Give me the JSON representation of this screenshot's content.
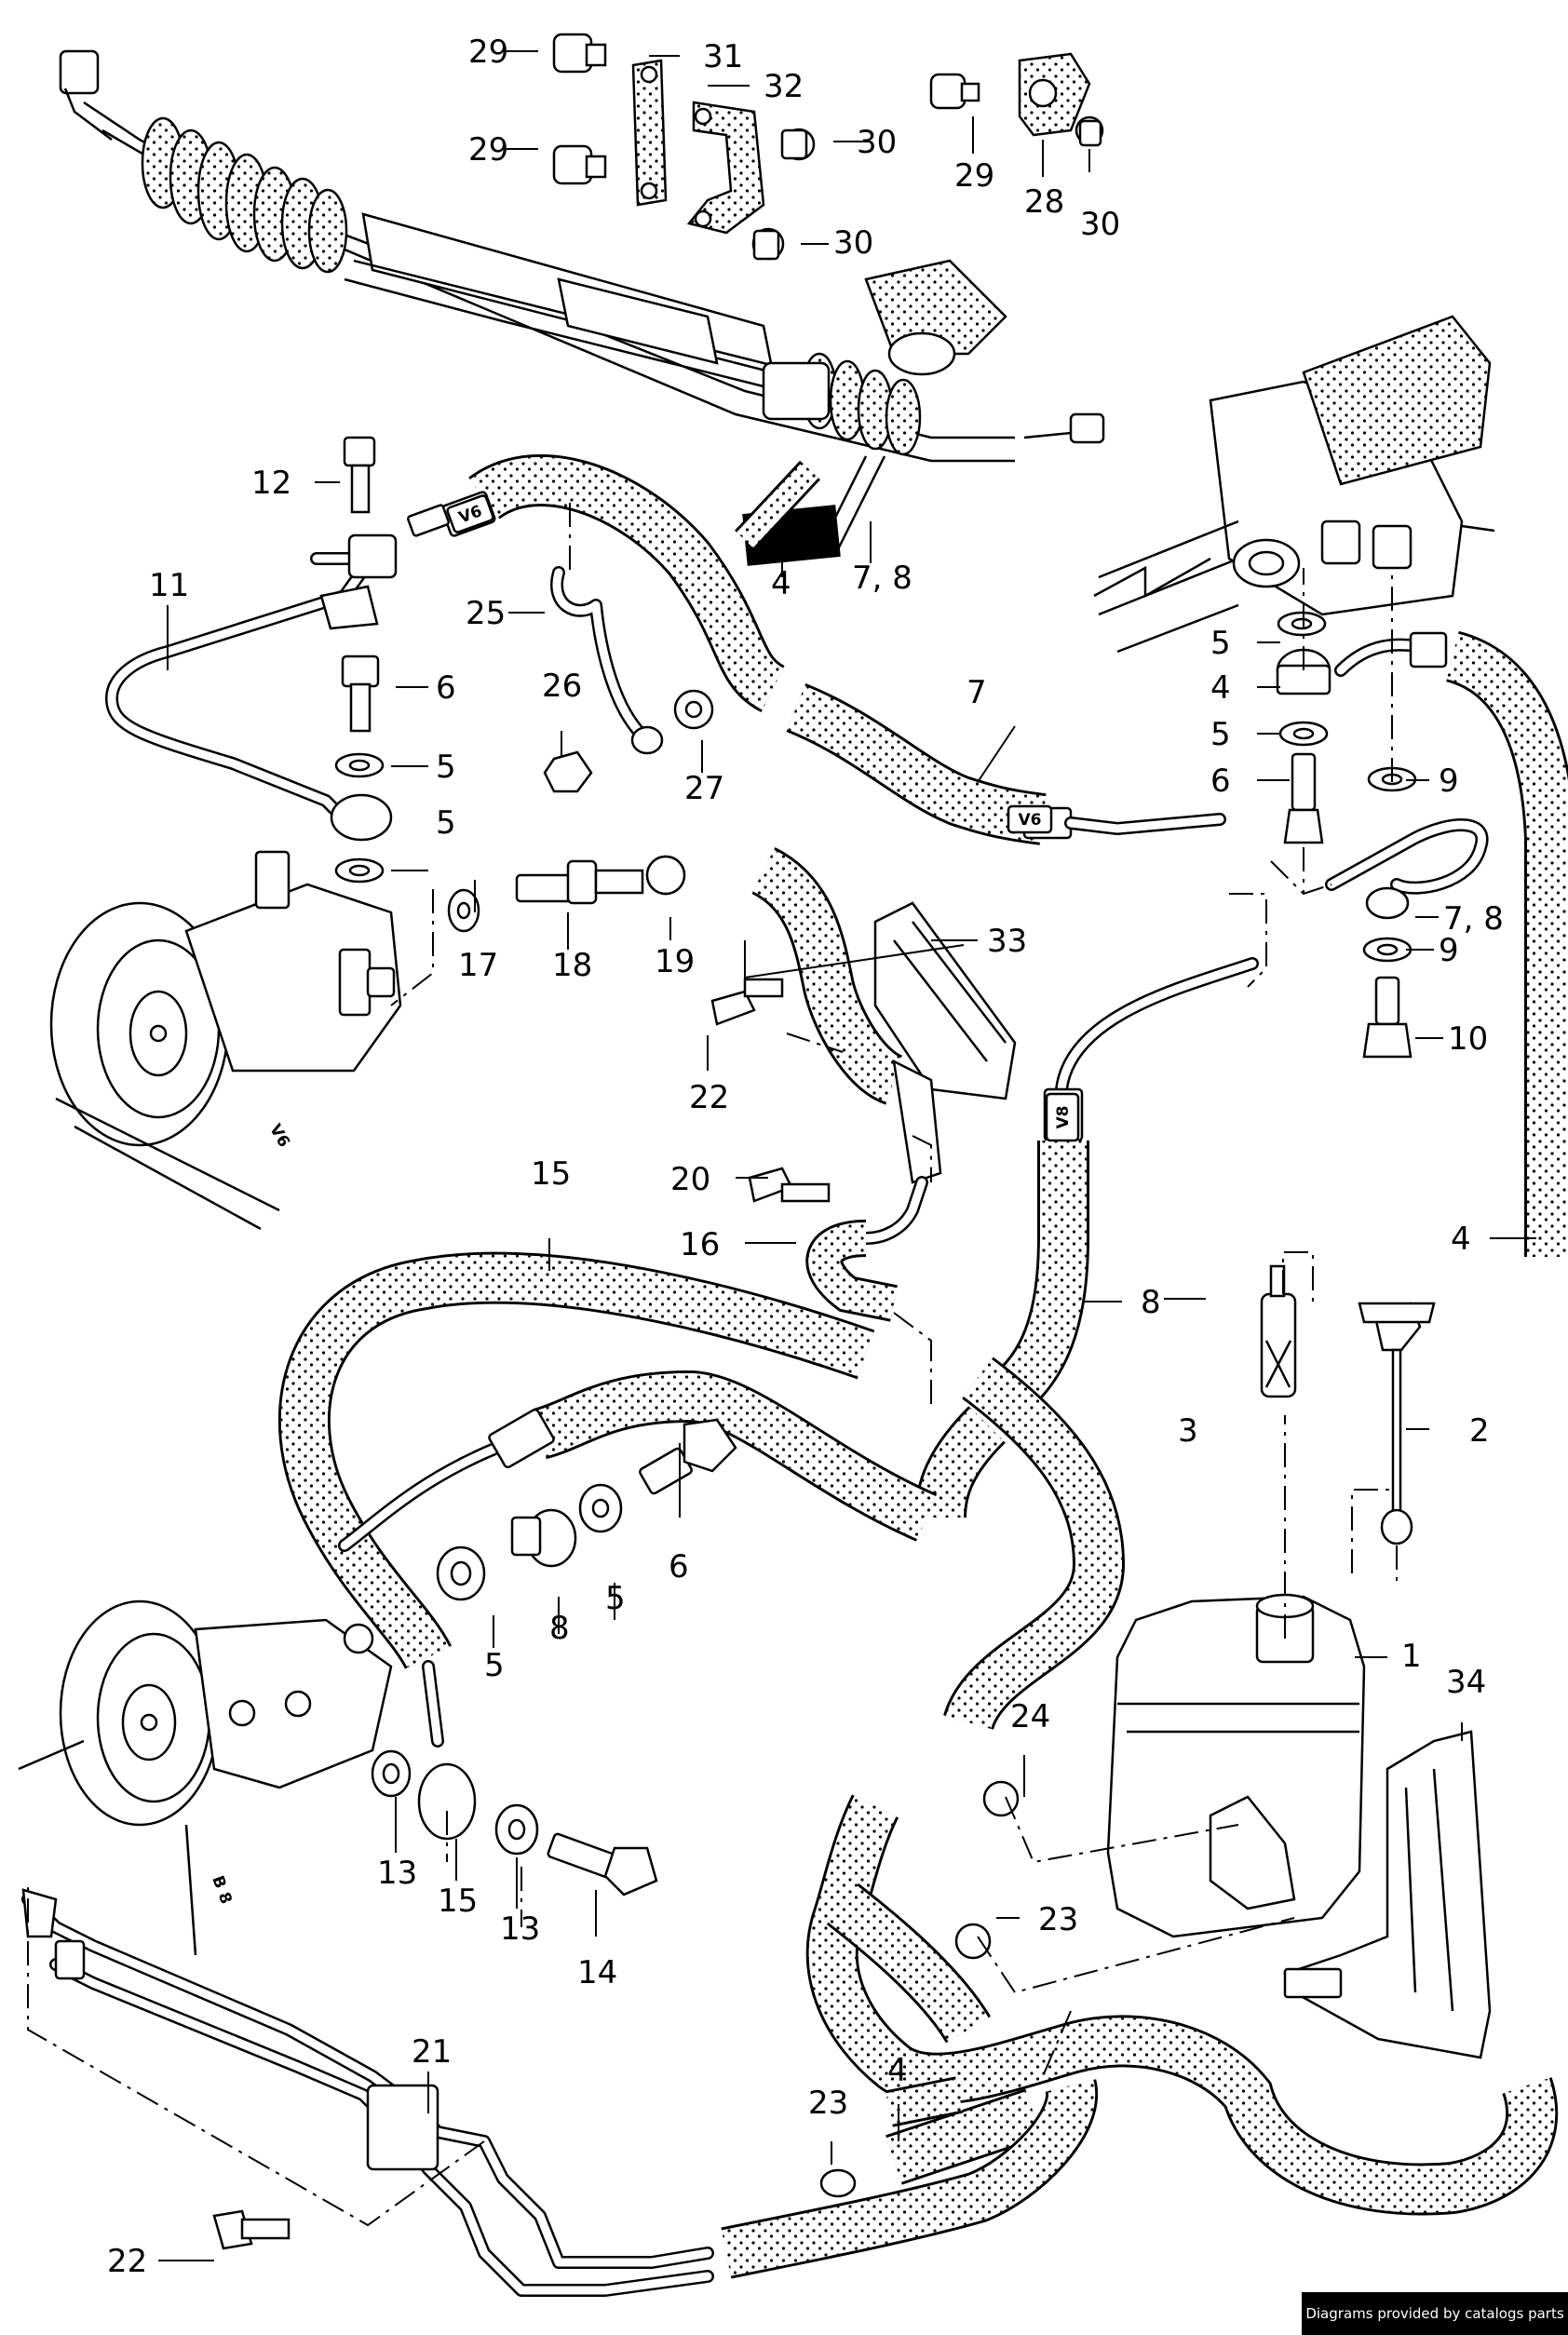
{
  "credit": "Diagrams provided by catalogs parts",
  "hose_tags": {
    "v6": "V6",
    "v8": "V8",
    "b8": "B 8"
  },
  "callouts": {
    "c1": "1",
    "c2": "2",
    "c3": "3",
    "c4a": "4",
    "c4b": "4",
    "c4c": "4",
    "c4d": "4",
    "c5a": "5",
    "c5b": "5",
    "c5c": "5",
    "c5d": "5",
    "c5e": "5",
    "c5f": "5",
    "c6a": "6",
    "c6b": "6",
    "c6c": "6",
    "c7": "7",
    "c78a": "7, 8",
    "c78b": "7, 8",
    "c8a": "8",
    "c8b": "8",
    "c9a": "9",
    "c9b": "9",
    "c10": "10",
    "c11": "11",
    "c12": "12",
    "c13a": "13",
    "c13b": "13",
    "c14": "14",
    "c15a": "15",
    "c15b": "15",
    "c16": "16",
    "c17": "17",
    "c18": "18",
    "c19": "19",
    "c20": "20",
    "c21": "21",
    "c22a": "22",
    "c22b": "22",
    "c23a": "23",
    "c23b": "23",
    "c24": "24",
    "c25": "25",
    "c26": "26",
    "c27": "27",
    "c28": "28",
    "c29a": "29",
    "c29b": "29",
    "c29c": "29",
    "c30a": "30",
    "c30b": "30",
    "c30c": "30",
    "c31": "31",
    "c32": "32",
    "c33": "33",
    "c34": "34"
  }
}
